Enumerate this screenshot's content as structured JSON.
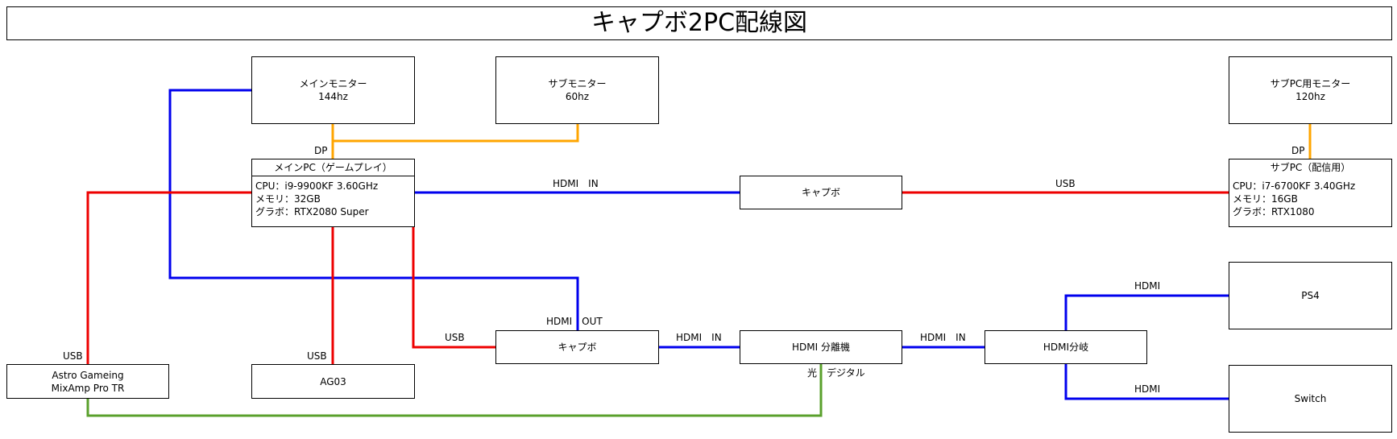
{
  "title": "キャプボ2PC配線図",
  "colors": {
    "hdmi": "#0000ee",
    "usb": "#ee0000",
    "dp": "#ffa500",
    "audio": "#5aa02c"
  },
  "nodes": {
    "main_monitor": {
      "name": "メインモニター",
      "spec": "144hz"
    },
    "sub_monitor": {
      "name": "サブモニター",
      "spec": "60hz"
    },
    "sub_pc_monitor": {
      "name": "サブPC用モニター",
      "spec": "120hz"
    },
    "main_pc": {
      "name": "メインPC（ゲームプレイ）",
      "specs": [
        "CPU：i9-9900KF 3.60GHz",
        "メモリ：32GB",
        "グラボ：RTX2080 Super"
      ]
    },
    "sub_pc": {
      "name": "サブPC（配信用）",
      "specs": [
        "CPU：i7-6700KF 3.40GHz",
        "メモリ：16GB",
        "グラボ：RTX1080"
      ]
    },
    "capbo_top": {
      "name": "キャプボ"
    },
    "capbo_bottom": {
      "name": "キャプボ"
    },
    "hdmi_splitter": {
      "name": "HDMI 分離機"
    },
    "hdmi_branch": {
      "name": "HDMI分岐"
    },
    "ps4": {
      "name": "PS4"
    },
    "switch": {
      "name": "Switch"
    },
    "mixamp": {
      "name_line1": "Astro Gameing",
      "name_line2": "MixAmp Pro TR"
    },
    "ag03": {
      "name": "AG03"
    }
  },
  "labels": {
    "dp_main": "DP",
    "dp_sub": "DP",
    "hdmi_in_top": "HDMI　IN",
    "usb_top": "USB",
    "hdmi_out": "HDMI　OUT",
    "usb_capbo": "USB",
    "hdmi_in_splitter": "HDMI　IN",
    "hdmi_in_branch": "HDMI　IN",
    "hdmi_ps4": "HDMI",
    "hdmi_switch": "HDMI",
    "usb_mixamp": "USB",
    "usb_ag03": "USB",
    "optical_digital": "光　デジタル"
  }
}
